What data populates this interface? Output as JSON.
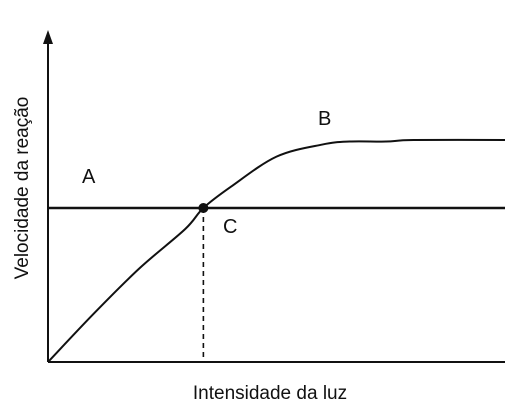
{
  "chart_data": {
    "type": "line",
    "xlabel": "Intensidade da luz",
    "ylabel": "Velocidade da reação",
    "xlim": [
      0,
      10
    ],
    "ylim": [
      0,
      10
    ],
    "ticks": "none",
    "grid": false,
    "series": [
      {
        "label": "A",
        "x": [
          0,
          10
        ],
        "y": [
          5.1,
          5.1
        ]
      },
      {
        "label": "B",
        "x": [
          0,
          1,
          2,
          3,
          3.4,
          4,
          5,
          6,
          6.6,
          7.4,
          8,
          10
        ],
        "y": [
          0,
          1.6,
          3.1,
          4.4,
          5.1,
          5.8,
          6.8,
          7.2,
          7.3,
          7.3,
          7.35,
          7.35
        ]
      }
    ],
    "annotations": [
      {
        "label": "C",
        "x": 3.4,
        "y": 5.1,
        "marker": "dot",
        "dropline_to_x_axis": true,
        "dropline_style": "dashed"
      }
    ],
    "axis_arrow": {
      "y": true,
      "x": false
    }
  }
}
